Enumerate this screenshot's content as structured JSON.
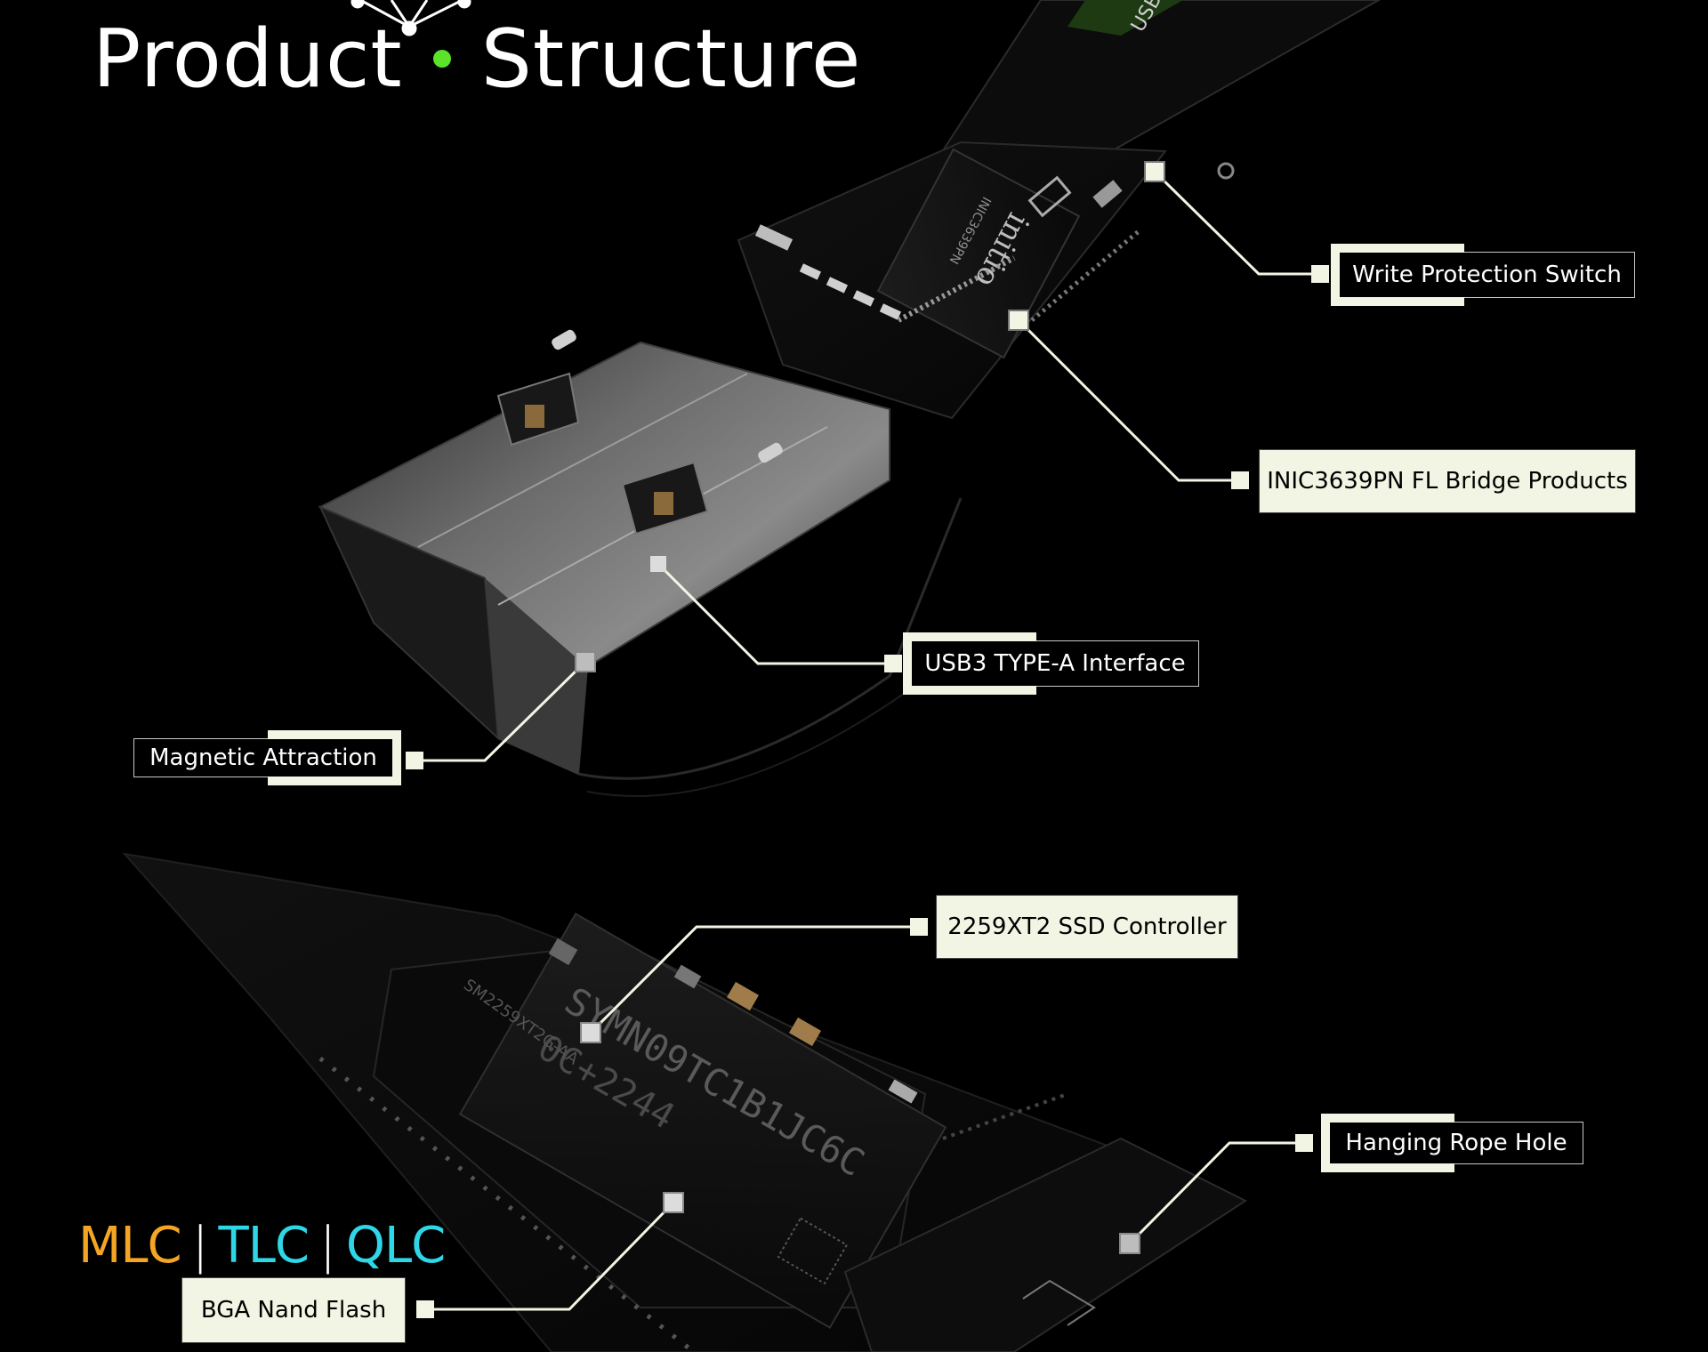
{
  "title": {
    "part1": "Product",
    "part2": "Structure"
  },
  "colors": {
    "accent": "#5be32a",
    "mlc": "#f5a524",
    "tlc": "#2fd6e6",
    "qlc": "#2fd6e6"
  },
  "callouts": {
    "write_protection": "Write Protection Switch",
    "bridge": "INIC3639PN FL Bridge Products",
    "usb_interface": "USB3 TYPE-A Interface",
    "magnetic": "Magnetic Attraction",
    "ssd_controller": "2259XT2 SSD Controller",
    "rope_hole": "Hanging Rope Hole",
    "nand_flash": "BGA Nand Flash"
  },
  "flash_types": {
    "mlc": "MLC",
    "tlc": "TLC",
    "qlc": "QLC",
    "separator": "|"
  },
  "device_marks": {
    "bridge_chip_brand": "initio",
    "bridge_chip_text": "INIC3639PN",
    "nand_chip_text": "SYMN09TC1B1JC6C",
    "nand_chip_code": "0C+2244",
    "controller_text": "SM2259XT2G-AA",
    "casing_text": "USB"
  }
}
